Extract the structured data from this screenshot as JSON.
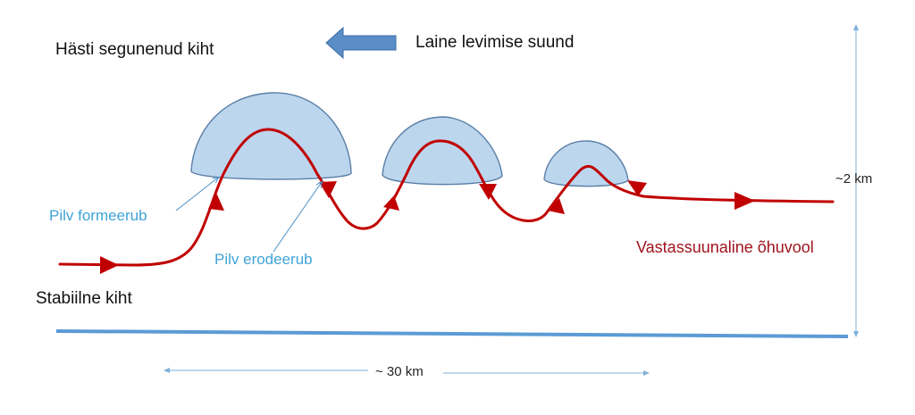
{
  "labels": {
    "well_mixed_layer": "Hästi segunenud kiht",
    "wave_direction": "Laine levimise suund",
    "stable_layer": "Stabiilne kiht",
    "cloud_forms": "Pilv formeerub",
    "cloud_erodes": "Pilv erodeerub",
    "counter_flow": "Vastassuunaline õhuvool",
    "height_scale": "~2 km",
    "horizontal_scale": "~ 30 km"
  },
  "colors": {
    "cloud_fill": "#bcd6ee",
    "cloud_stroke": "#5a7fa6",
    "airflow": "#c00000",
    "direction_arrow": "#5b8ec8",
    "annotation_blue": "#3fa3d8",
    "ground": "#5b9bd5",
    "scale_lines": "#7fb0d8",
    "counter_flow_text": "#a0141e"
  }
}
